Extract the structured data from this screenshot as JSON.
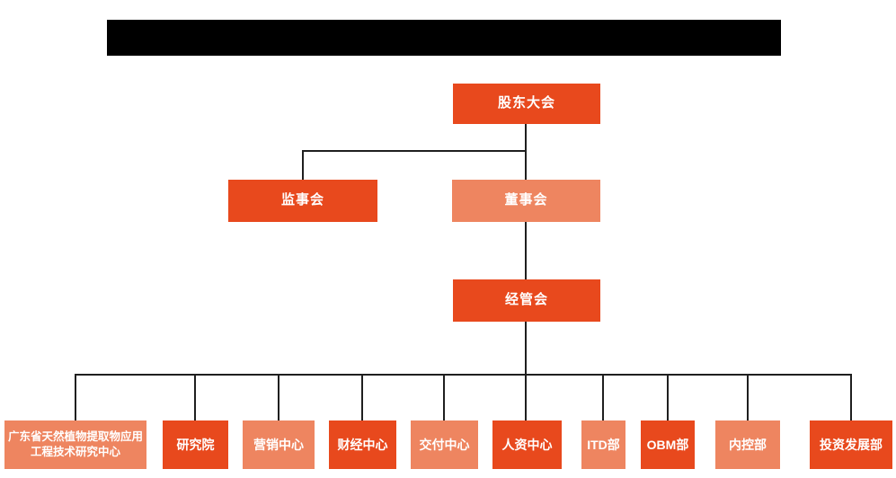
{
  "org": {
    "redacted_title_bar": {
      "note": ""
    },
    "nodes": {
      "shareholders": {
        "label": "股东大会"
      },
      "supervisory": {
        "label": "监事会"
      },
      "board": {
        "label": "董事会"
      },
      "management": {
        "label": "经管会"
      }
    },
    "departments": [
      {
        "label": "广东省天然植物提取物应用工程技术研究中心",
        "variant": "light"
      },
      {
        "label": "研究院",
        "variant": "dark"
      },
      {
        "label": "营销中心",
        "variant": "light"
      },
      {
        "label": "财经中心",
        "variant": "dark"
      },
      {
        "label": "交付中心",
        "variant": "light"
      },
      {
        "label": "人资中心",
        "variant": "dark"
      },
      {
        "label": "ITD部",
        "variant": "light"
      },
      {
        "label": "OBM部",
        "variant": "dark"
      },
      {
        "label": "内控部",
        "variant": "light"
      },
      {
        "label": "投资发展部",
        "variant": "dark"
      }
    ],
    "colors": {
      "dark_orange": "#e8491d",
      "light_orange": "#ee8560",
      "line": "#1f1f1f",
      "redaction": "#000000",
      "text": "#ffffff",
      "background": "#ffffff"
    }
  }
}
